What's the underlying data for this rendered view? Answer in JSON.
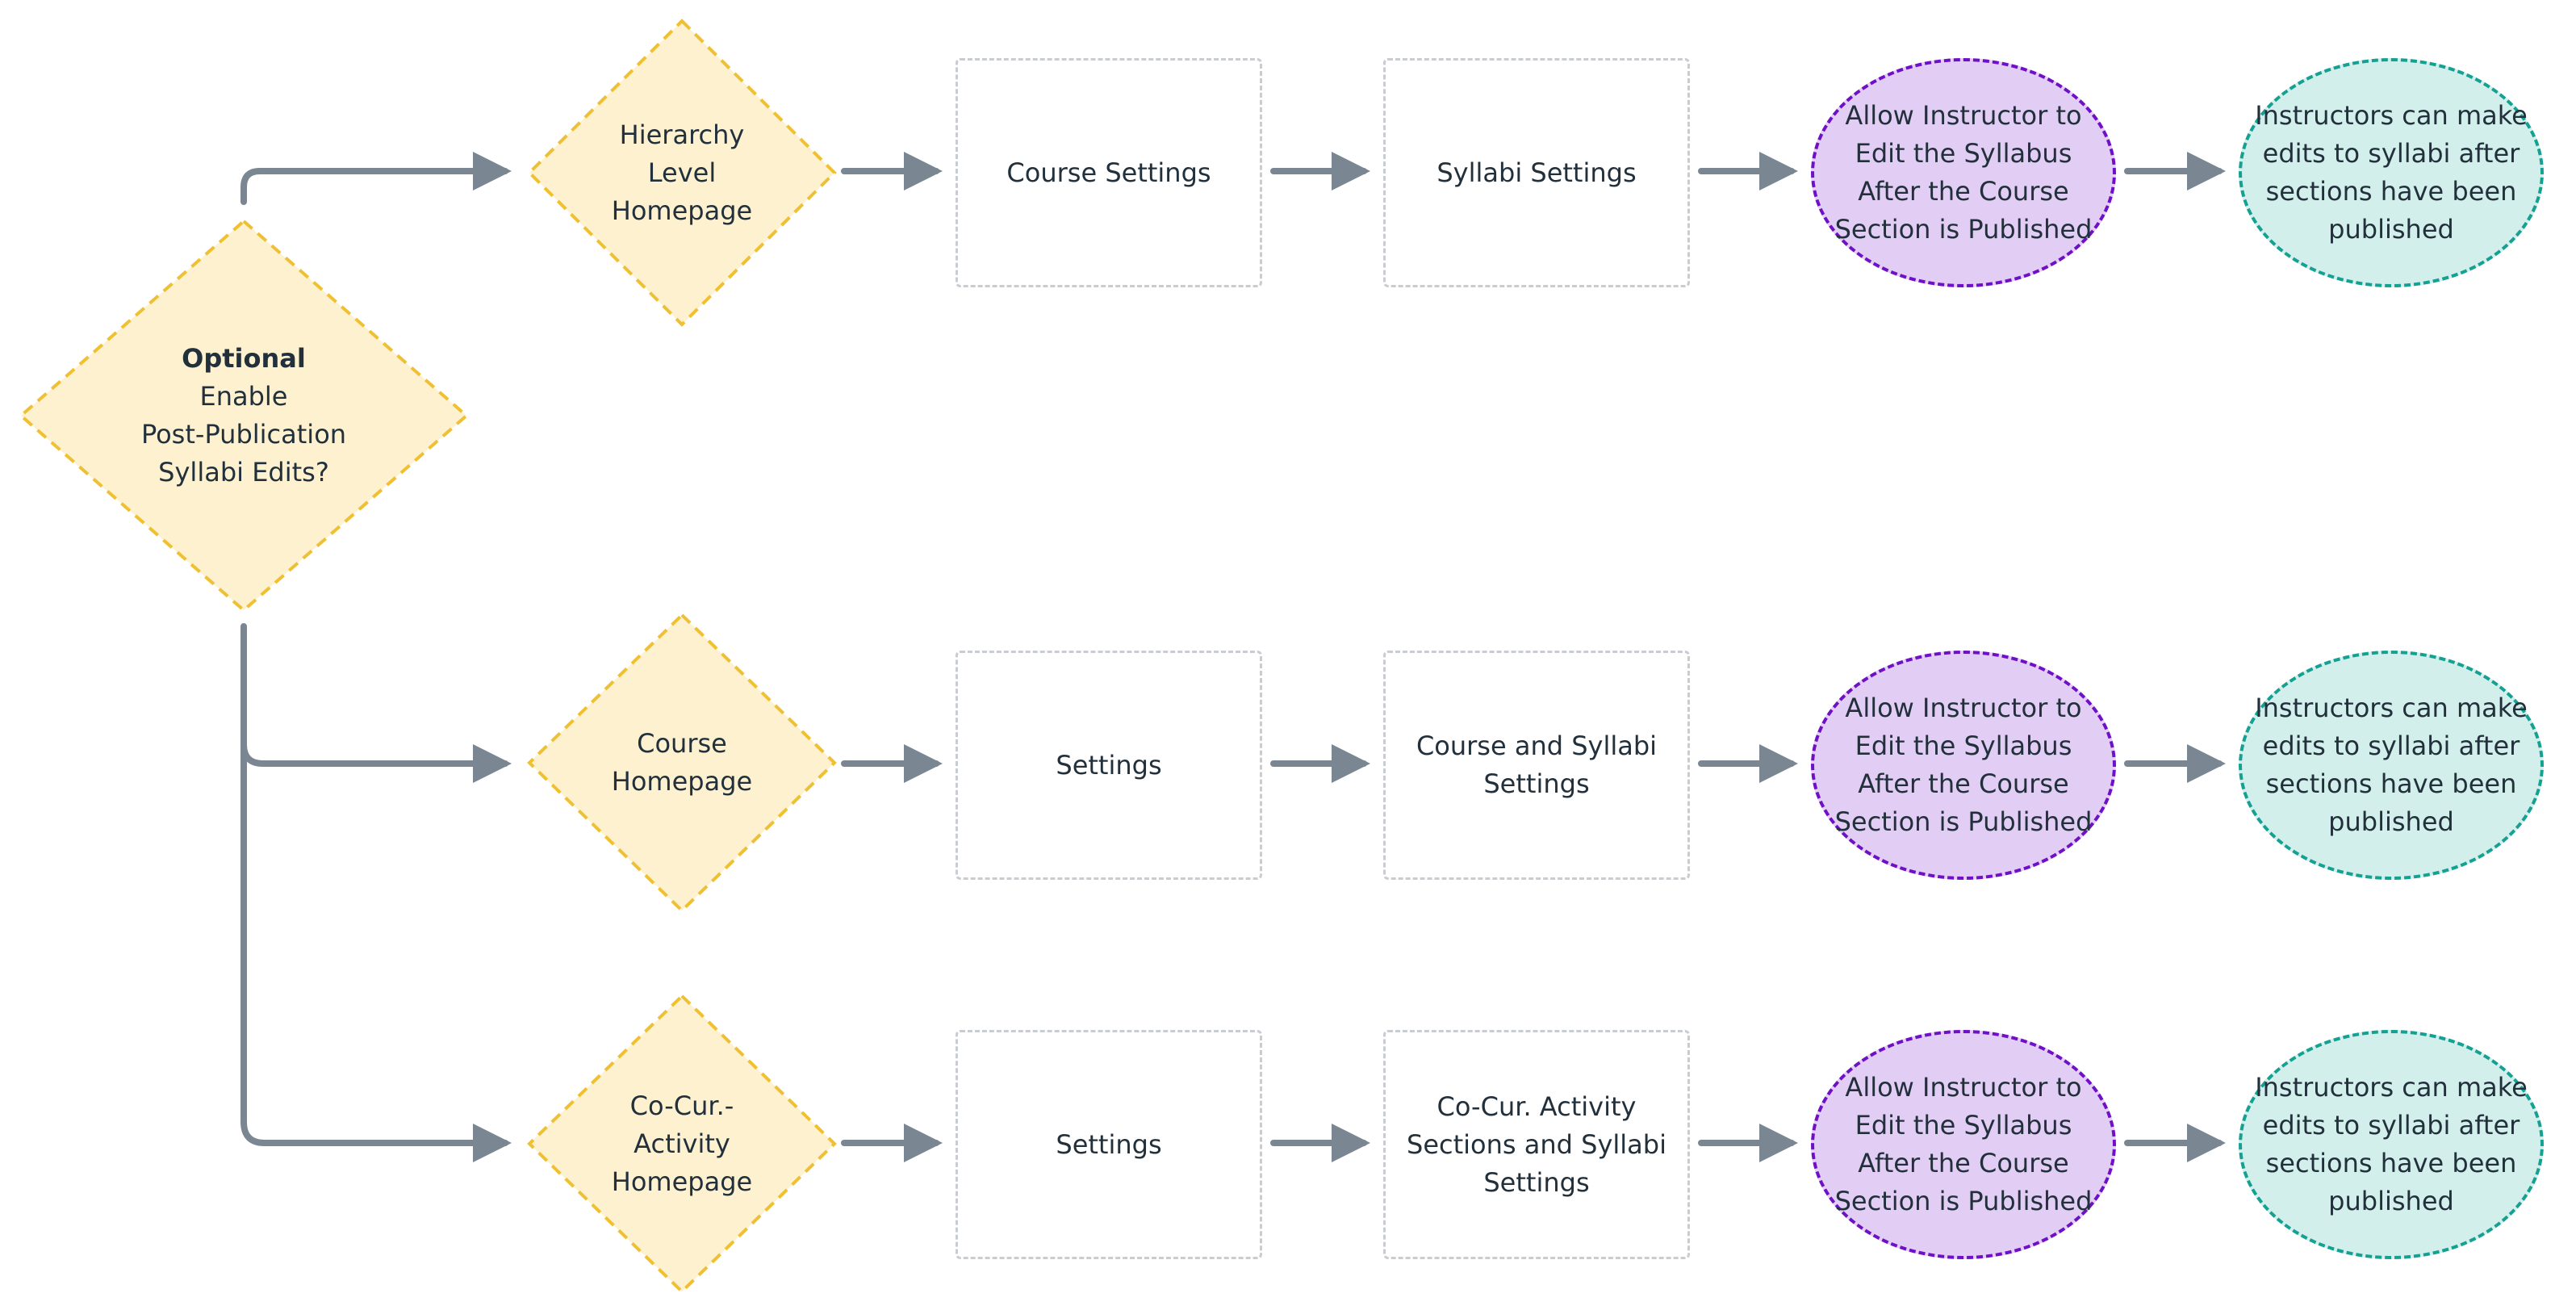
{
  "colors": {
    "connector": "#7a8793",
    "diamond_fill": "#fdf1cf",
    "diamond_stroke": "#f0c033",
    "box_stroke": "#c9ccd1",
    "purple_fill": "#e2cdf4",
    "purple_stroke": "#6f10c8",
    "teal_fill": "#d3efec",
    "teal_stroke": "#14a192",
    "text": "#22303c"
  },
  "decision": {
    "bold": "Optional",
    "lines": [
      "Enable",
      "Post-Publication",
      "Syllabi Edits?"
    ]
  },
  "rows": [
    {
      "start": [
        "Hierarchy",
        "Level",
        "Homepage"
      ],
      "step1": [
        "Course Settings"
      ],
      "step2": [
        "Syllabi Settings"
      ],
      "option": [
        "Allow Instructor to",
        "Edit the Syllabus",
        "After the Course",
        "Section is Published"
      ],
      "result": [
        "Instructors can make",
        "edits to syllabi after",
        "sections have been",
        "published"
      ]
    },
    {
      "start": [
        "Course",
        "Homepage"
      ],
      "step1": [
        "Settings"
      ],
      "step2": [
        "Course and Syllabi",
        "Settings"
      ],
      "option": [
        "Allow Instructor to",
        "Edit the Syllabus",
        "After the Course",
        "Section is Published"
      ],
      "result": [
        "Instructors can make",
        "edits to syllabi after",
        "sections have been",
        "published"
      ]
    },
    {
      "start": [
        "Co-Cur.-",
        "Activity",
        "Homepage"
      ],
      "step1": [
        "Settings"
      ],
      "step2": [
        "Co-Cur. Activity",
        "Sections and Syllabi",
        "Settings"
      ],
      "option": [
        "Allow Instructor to",
        "Edit the Syllabus",
        "After the Course",
        "Section is Published"
      ],
      "result": [
        "Instructors can make",
        "edits to syllabi after",
        "sections have been",
        "published"
      ]
    }
  ]
}
